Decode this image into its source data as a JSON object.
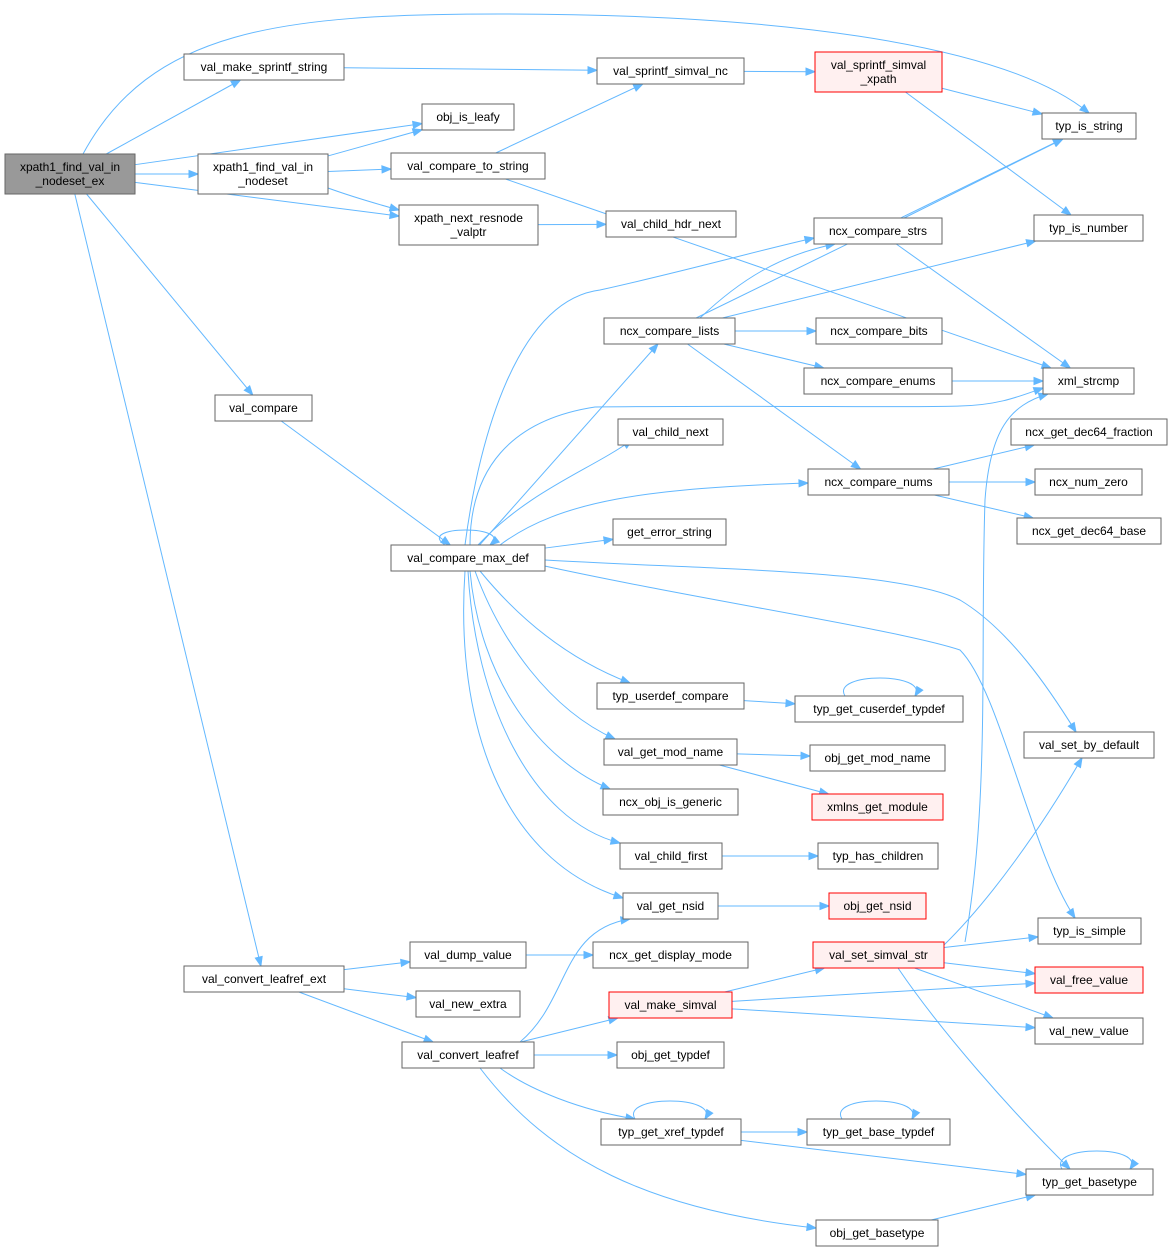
{
  "title": "xpath1_find_val_in_nodeset_ex call graph",
  "colors": {
    "edge": "#63b8ff",
    "root_fill": "#999999",
    "red_border": "#ff0000"
  },
  "nodes": [
    {
      "id": "root",
      "lines": [
        "xpath1_find_val_in",
        "_nodeset_ex"
      ],
      "style": "root"
    },
    {
      "id": "val_make_sprintf_string",
      "lines": [
        "val_make_sprintf_string"
      ]
    },
    {
      "id": "val_sprintf_simval_nc",
      "lines": [
        "val_sprintf_simval_nc"
      ]
    },
    {
      "id": "val_sprintf_simval_xpath",
      "lines": [
        "val_sprintf_simval",
        "_xpath"
      ],
      "style": "red"
    },
    {
      "id": "obj_is_leafy",
      "lines": [
        "obj_is_leafy"
      ]
    },
    {
      "id": "typ_is_string",
      "lines": [
        "typ_is_string"
      ]
    },
    {
      "id": "xpath1_find_val_in_nodeset",
      "lines": [
        "xpath1_find_val_in",
        "_nodeset"
      ]
    },
    {
      "id": "val_compare_to_string",
      "lines": [
        "val_compare_to_string"
      ]
    },
    {
      "id": "xpath_next_resnode_valptr",
      "lines": [
        "xpath_next_resnode",
        "_valptr"
      ]
    },
    {
      "id": "val_child_hdr_next",
      "lines": [
        "val_child_hdr_next"
      ]
    },
    {
      "id": "ncx_compare_strs",
      "lines": [
        "ncx_compare_strs"
      ]
    },
    {
      "id": "typ_is_number",
      "lines": [
        "typ_is_number"
      ]
    },
    {
      "id": "ncx_compare_lists",
      "lines": [
        "ncx_compare_lists"
      ]
    },
    {
      "id": "ncx_compare_bits",
      "lines": [
        "ncx_compare_bits"
      ]
    },
    {
      "id": "ncx_compare_enums",
      "lines": [
        "ncx_compare_enums"
      ]
    },
    {
      "id": "xml_strcmp",
      "lines": [
        "xml_strcmp"
      ]
    },
    {
      "id": "val_compare",
      "lines": [
        "val_compare"
      ]
    },
    {
      "id": "val_child_next",
      "lines": [
        "val_child_next"
      ]
    },
    {
      "id": "ncx_get_dec64_fraction",
      "lines": [
        "ncx_get_dec64_fraction"
      ]
    },
    {
      "id": "ncx_compare_nums",
      "lines": [
        "ncx_compare_nums"
      ]
    },
    {
      "id": "ncx_num_zero",
      "lines": [
        "ncx_num_zero"
      ]
    },
    {
      "id": "ncx_get_dec64_base",
      "lines": [
        "ncx_get_dec64_base"
      ]
    },
    {
      "id": "get_error_string",
      "lines": [
        "get_error_string"
      ]
    },
    {
      "id": "val_compare_max_def",
      "lines": [
        "val_compare_max_def"
      ]
    },
    {
      "id": "typ_userdef_compare",
      "lines": [
        "typ_userdef_compare"
      ]
    },
    {
      "id": "typ_get_cuserdef_typdef",
      "lines": [
        "typ_get_cuserdef_typdef"
      ]
    },
    {
      "id": "val_set_by_default",
      "lines": [
        "val_set_by_default"
      ]
    },
    {
      "id": "val_get_mod_name",
      "lines": [
        "val_get_mod_name"
      ]
    },
    {
      "id": "obj_get_mod_name",
      "lines": [
        "obj_get_mod_name"
      ]
    },
    {
      "id": "xmlns_get_module",
      "lines": [
        "xmlns_get_module"
      ],
      "style": "red"
    },
    {
      "id": "ncx_obj_is_generic",
      "lines": [
        "ncx_obj_is_generic"
      ]
    },
    {
      "id": "val_child_first",
      "lines": [
        "val_child_first"
      ]
    },
    {
      "id": "typ_has_children",
      "lines": [
        "typ_has_children"
      ]
    },
    {
      "id": "val_get_nsid",
      "lines": [
        "val_get_nsid"
      ]
    },
    {
      "id": "obj_get_nsid",
      "lines": [
        "obj_get_nsid"
      ],
      "style": "red"
    },
    {
      "id": "typ_is_simple",
      "lines": [
        "typ_is_simple"
      ]
    },
    {
      "id": "val_dump_value",
      "lines": [
        "val_dump_value"
      ]
    },
    {
      "id": "ncx_get_display_mode",
      "lines": [
        "ncx_get_display_mode"
      ]
    },
    {
      "id": "val_set_simval_str",
      "lines": [
        "val_set_simval_str"
      ],
      "style": "red"
    },
    {
      "id": "val_convert_leafref_ext",
      "lines": [
        "val_convert_leafref_ext"
      ]
    },
    {
      "id": "val_free_value",
      "lines": [
        "val_free_value"
      ],
      "style": "red"
    },
    {
      "id": "val_new_extra",
      "lines": [
        "val_new_extra"
      ]
    },
    {
      "id": "val_make_simval",
      "lines": [
        "val_make_simval"
      ],
      "style": "red"
    },
    {
      "id": "val_new_value",
      "lines": [
        "val_new_value"
      ]
    },
    {
      "id": "val_convert_leafref",
      "lines": [
        "val_convert_leafref"
      ]
    },
    {
      "id": "obj_get_typdef",
      "lines": [
        "obj_get_typdef"
      ]
    },
    {
      "id": "typ_get_xref_typdef",
      "lines": [
        "typ_get_xref_typdef"
      ]
    },
    {
      "id": "typ_get_base_typdef",
      "lines": [
        "typ_get_base_typdef"
      ]
    },
    {
      "id": "typ_get_basetype",
      "lines": [
        "typ_get_basetype"
      ]
    },
    {
      "id": "obj_get_basetype",
      "lines": [
        "obj_get_basetype"
      ]
    }
  ],
  "edges": [
    [
      "root",
      "typ_is_string"
    ],
    [
      "root",
      "val_make_sprintf_string"
    ],
    [
      "root",
      "obj_is_leafy"
    ],
    [
      "root",
      "xpath1_find_val_in_nodeset"
    ],
    [
      "root",
      "xpath_next_resnode_valptr"
    ],
    [
      "root",
      "val_compare"
    ],
    [
      "root",
      "val_convert_leafref_ext"
    ],
    [
      "val_make_sprintf_string",
      "val_sprintf_simval_nc"
    ],
    [
      "val_sprintf_simval_nc",
      "val_sprintf_simval_xpath"
    ],
    [
      "val_sprintf_simval_xpath",
      "typ_is_string"
    ],
    [
      "val_sprintf_simval_xpath",
      "typ_is_number"
    ],
    [
      "xpath1_find_val_in_nodeset",
      "obj_is_leafy"
    ],
    [
      "xpath1_find_val_in_nodeset",
      "val_compare_to_string"
    ],
    [
      "xpath1_find_val_in_nodeset",
      "xpath_next_resnode_valptr"
    ],
    [
      "val_compare_to_string",
      "val_sprintf_simval_nc"
    ],
    [
      "val_compare_to_string",
      "xml_strcmp"
    ],
    [
      "xpath_next_resnode_valptr",
      "val_child_hdr_next"
    ],
    [
      "ncx_compare_strs",
      "typ_is_string"
    ],
    [
      "ncx_compare_strs",
      "xml_strcmp"
    ],
    [
      "ncx_compare_lists",
      "typ_is_string"
    ],
    [
      "ncx_compare_lists",
      "ncx_compare_strs"
    ],
    [
      "ncx_compare_lists",
      "typ_is_number"
    ],
    [
      "ncx_compare_lists",
      "ncx_compare_bits"
    ],
    [
      "ncx_compare_lists",
      "ncx_compare_enums"
    ],
    [
      "ncx_compare_lists",
      "ncx_compare_nums"
    ],
    [
      "ncx_compare_enums",
      "xml_strcmp"
    ],
    [
      "val_compare",
      "val_compare_max_def"
    ],
    [
      "ncx_compare_nums",
      "ncx_get_dec64_fraction"
    ],
    [
      "ncx_compare_nums",
      "ncx_num_zero"
    ],
    [
      "ncx_compare_nums",
      "ncx_get_dec64_base"
    ],
    [
      "val_compare_max_def",
      "val_compare_max_def"
    ],
    [
      "val_compare_max_def",
      "ncx_compare_strs"
    ],
    [
      "val_compare_max_def",
      "ncx_compare_lists"
    ],
    [
      "val_compare_max_def",
      "xml_strcmp"
    ],
    [
      "val_compare_max_def",
      "val_child_next"
    ],
    [
      "val_compare_max_def",
      "ncx_compare_nums"
    ],
    [
      "val_compare_max_def",
      "get_error_string"
    ],
    [
      "val_compare_max_def",
      "typ_userdef_compare"
    ],
    [
      "val_compare_max_def",
      "val_get_mod_name"
    ],
    [
      "val_compare_max_def",
      "ncx_obj_is_generic"
    ],
    [
      "val_compare_max_def",
      "val_child_first"
    ],
    [
      "val_compare_max_def",
      "val_get_nsid"
    ],
    [
      "val_compare_max_def",
      "val_set_by_default"
    ],
    [
      "val_compare_max_def",
      "typ_is_simple"
    ],
    [
      "typ_userdef_compare",
      "typ_get_cuserdef_typdef"
    ],
    [
      "typ_get_cuserdef_typdef",
      "typ_get_cuserdef_typdef"
    ],
    [
      "val_get_mod_name",
      "obj_get_mod_name"
    ],
    [
      "val_get_mod_name",
      "xmlns_get_module"
    ],
    [
      "val_child_first",
      "typ_has_children"
    ],
    [
      "val_get_nsid",
      "obj_get_nsid"
    ],
    [
      "val_set_simval_str",
      "xml_strcmp"
    ],
    [
      "val_set_simval_str",
      "val_set_by_default"
    ],
    [
      "val_set_simval_str",
      "typ_is_simple"
    ],
    [
      "val_set_simval_str",
      "val_free_value"
    ],
    [
      "val_set_simval_str",
      "val_new_value"
    ],
    [
      "val_set_simval_str",
      "typ_get_basetype"
    ],
    [
      "val_dump_value",
      "ncx_get_display_mode"
    ],
    [
      "val_convert_leafref_ext",
      "val_dump_value"
    ],
    [
      "val_convert_leafref_ext",
      "val_new_extra"
    ],
    [
      "val_convert_leafref_ext",
      "val_convert_leafref"
    ],
    [
      "val_make_simval",
      "val_set_simval_str"
    ],
    [
      "val_make_simval",
      "val_free_value"
    ],
    [
      "val_make_simval",
      "val_new_value"
    ],
    [
      "val_convert_leafref",
      "val_get_nsid"
    ],
    [
      "val_convert_leafref",
      "val_make_simval"
    ],
    [
      "val_convert_leafref",
      "obj_get_typdef"
    ],
    [
      "val_convert_leafref",
      "typ_get_xref_typdef"
    ],
    [
      "val_convert_leafref",
      "obj_get_basetype"
    ],
    [
      "typ_get_xref_typdef",
      "typ_get_xref_typdef"
    ],
    [
      "typ_get_xref_typdef",
      "typ_get_base_typdef"
    ],
    [
      "typ_get_xref_typdef",
      "typ_get_basetype"
    ],
    [
      "typ_get_base_typdef",
      "typ_get_base_typdef"
    ],
    [
      "typ_get_basetype",
      "typ_get_basetype"
    ],
    [
      "obj_get_basetype",
      "typ_get_basetype"
    ]
  ]
}
